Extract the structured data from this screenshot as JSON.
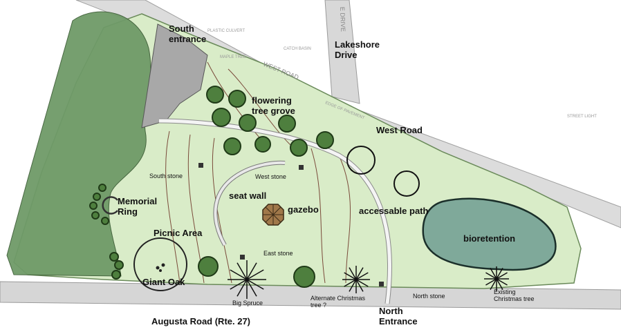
{
  "colors": {
    "park": "#d9ecc8",
    "forest": "#6f9a68",
    "road": "#d4d4d4",
    "roadEdge": "#9a9a9a",
    "tree": "#4e7f3e",
    "treeOutline": "#1f3a17",
    "pond": "#7fa99a",
    "pondEdge": "#1b2f2a",
    "gazebo": "#a0784a",
    "parking": "#a8a8a8",
    "path": "#f4f4f4",
    "contour": "#7a4a3a"
  },
  "labels": {
    "south_entrance": "South entrance",
    "lakeshore_drive": "Lakeshore Drive",
    "flowering_tree_grove": "flowering tree grove",
    "west_road": "West Road",
    "south_stone": "South stone",
    "west_stone": "West stone",
    "seat_wall": "seat wall",
    "memorial_ring": "Memorial Ring",
    "gazebo": "gazebo",
    "accessable_path": "accessable path",
    "bioretention": "bioretention",
    "picnic_area": "Picnic Area",
    "east_stone": "East stone",
    "giant_oak": "Giant Oak",
    "big_spruce": "Big Spruce",
    "alternate_christmas_tree": "Alternate Christmas tree ?",
    "north_stone": "North stone",
    "existing_christmas_tree": "Existing Christmas tree",
    "augusta_road": "Augusta Road (Rte. 27)",
    "north_entrance": "North Entrance"
  },
  "background_text": {
    "west_road_faint": "WEST ROAD",
    "drive_faint": "E DRIVE",
    "edge_of_pavement": "EDGE OF PAVEMENT",
    "catch_basin": "CATCH BASIN",
    "plastic_culvert": "PLASTIC CULVERT",
    "maple_tree": "MAPLE TREE",
    "street_light": "STREET LIGHT"
  },
  "icons": {
    "tree": "tree-canopy-icon",
    "spruce": "spruce-starburst-icon",
    "stone": "stone-marker-icon",
    "gazebo": "gazebo-octagon-icon"
  }
}
